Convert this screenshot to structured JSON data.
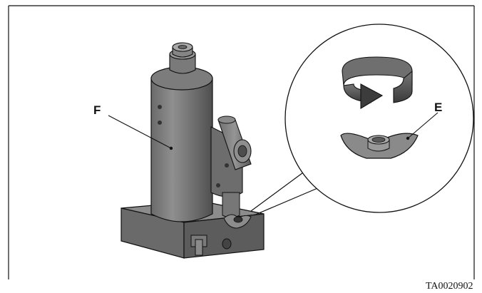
{
  "labels": {
    "jack_callout": "F",
    "wingnut_callout": "E"
  },
  "figure_id": "TA0020902",
  "colors": {
    "metal_dark": "#5f5f5f",
    "metal_mid": "#8a8a8a",
    "metal_light": "#b8b8b8",
    "outline": "#111111"
  },
  "icons": {
    "rotation": "clockwise-arrow-icon"
  }
}
